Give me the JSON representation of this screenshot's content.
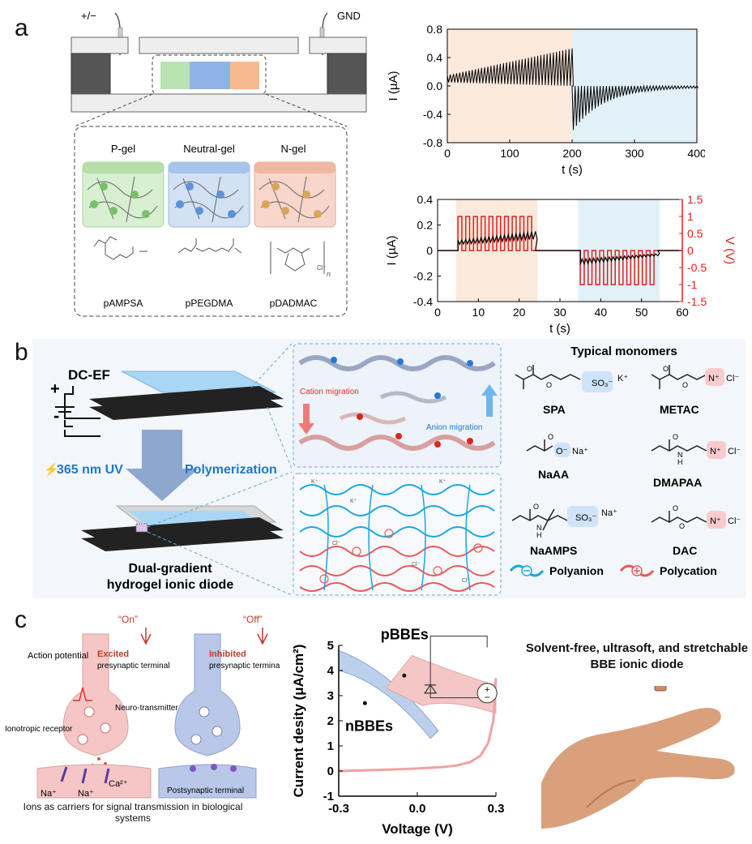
{
  "panel_labels": {
    "a": "a",
    "b": "b",
    "c": "c"
  },
  "panel_a": {
    "electrode_left": "+/−",
    "electrode_right": "GND",
    "gels": [
      {
        "name": "P-gel",
        "monomer": "pAMPSA",
        "color": "#7fc97f"
      },
      {
        "name": "Neutral-gel",
        "monomer": "pPEGDMA",
        "color": "#6fa3dc"
      },
      {
        "name": "N-gel",
        "monomer": "pDADMAC",
        "color": "#f2a07b"
      }
    ],
    "chem_labels": {
      "cl": "Cl⁻",
      "n_sub": "n"
    }
  },
  "chart_data": [
    {
      "type": "line",
      "xlabel": "t (s)",
      "ylabel": "I (µA)",
      "xlim": [
        0,
        400
      ],
      "ylim": [
        -0.8,
        0.8
      ],
      "xticks": [
        "0",
        "100",
        "200",
        "300",
        "400"
      ],
      "yticks": [
        "0.8",
        "0.4",
        "0.0",
        "-0.4",
        "-0.8"
      ],
      "regions": [
        {
          "from": 0,
          "to": 200,
          "color": "#fbe9dc"
        },
        {
          "from": 200,
          "to": 400,
          "color": "#e2f1f8"
        }
      ],
      "series": [
        {
          "color": "#000000",
          "segments": [
            {
              "t0": 0,
              "t1": 200,
              "upper_start": 0.15,
              "upper_end": 0.53,
              "lower_start": 0.05,
              "lower_end": 0.0
            },
            {
              "t0": 200,
              "t1": 400,
              "upper_start": 0.0,
              "upper_end": 0.0,
              "lower_start": -0.62,
              "lower_end": -0.03
            }
          ]
        }
      ]
    },
    {
      "type": "line",
      "xlabel": "t (s)",
      "ylabel": "I (µA)",
      "y2label": "V (V)",
      "xlim": [
        0,
        60
      ],
      "ylim": [
        -0.4,
        0.4
      ],
      "y2lim": [
        -1.5,
        1.5
      ],
      "xticks": [
        "0",
        "10",
        "20",
        "30",
        "40",
        "50",
        "60"
      ],
      "yticks": [
        "0.4",
        "0.2",
        "0",
        "-0.2",
        "-0.4"
      ],
      "y2ticks": [
        "1.5",
        "1",
        "0.5",
        "0",
        "-0.5",
        "-1",
        "-1.5"
      ],
      "regions": [
        {
          "from": 4.5,
          "to": 24.5,
          "color": "#fbe9dc"
        },
        {
          "from": 34.5,
          "to": 54.5,
          "color": "#e2f1f8"
        }
      ],
      "voltage_pulses": [
        {
          "from": 5,
          "to": 24,
          "amplitude": 1.0,
          "count": 10
        },
        {
          "from": 35,
          "to": 54,
          "amplitude": -1.0,
          "count": 10
        }
      ],
      "current": [
        {
          "from": 5,
          "to": 24,
          "start": 0.08,
          "end": 0.15
        },
        {
          "from": 35,
          "to": 54,
          "start": -0.11,
          "end": -0.04
        }
      ],
      "series": [
        {
          "name": "I",
          "color": "#000000"
        },
        {
          "name": "V",
          "color": "#e0201b"
        }
      ]
    },
    {
      "type": "line",
      "xlabel": "Voltage (V)",
      "ylabel": "Current desity (μA/cm²)",
      "xlim": [
        -0.3,
        0.3
      ],
      "ylim": [
        -1,
        5
      ],
      "xticks": [
        "-0.3",
        "0.0",
        "0.3"
      ],
      "yticks": [
        "5",
        "4",
        "3",
        "2",
        "1",
        "0",
        "-1"
      ],
      "series": [
        {
          "color": "#f2a1a1",
          "points": [
            [
              -0.3,
              0.0
            ],
            [
              -0.2,
              0.03
            ],
            [
              -0.1,
              0.06
            ],
            [
              0.0,
              0.1
            ],
            [
              0.1,
              0.16
            ],
            [
              0.15,
              0.22
            ],
            [
              0.2,
              0.35
            ],
            [
              0.24,
              0.6
            ],
            [
              0.27,
              1.1
            ],
            [
              0.29,
              2.0
            ],
            [
              0.3,
              3.7
            ]
          ]
        }
      ]
    }
  ],
  "panel_b": {
    "dc_ef": "DC-EF",
    "plus": "+",
    "minus": "-",
    "uv": "365 nm UV",
    "polymerization": "Polymerization",
    "title_line1": "Dual-gradient",
    "title_line2": "hydrogel ionic diode",
    "cation_migration": "Cation migration",
    "anion_migration": "Anion migration",
    "monomers_title": "Typical monomers",
    "monomers": [
      {
        "name": "SPA",
        "ion": "K⁺",
        "charge": "SO₃⁻"
      },
      {
        "name": "METAC",
        "ion": "Cl⁻",
        "charge": "N⁺"
      },
      {
        "name": "NaAA",
        "ion": "Na⁺",
        "charge": "O⁻"
      },
      {
        "name": "DMAPAA",
        "ion": "Cl⁻",
        "charge": "N⁺"
      },
      {
        "name": "NaAMPS",
        "ion": "Na⁺",
        "charge": "SO₃⁻"
      },
      {
        "name": "DAC",
        "ion": "Cl⁻",
        "charge": "N⁺"
      }
    ],
    "atoms": {
      "o": "O",
      "s": "S",
      "n": "N",
      "h": "H"
    },
    "network_ions": {
      "k": "K⁺",
      "cl": "Cl⁻"
    },
    "polyanion": "Polyanion",
    "polycation": "Polycation"
  },
  "panel_c": {
    "on": "“On”",
    "off": "“Off”",
    "excited": "Excited",
    "presynaptic_terminal": "presynaptic terminal",
    "inhibited": "Inhibited",
    "action_potential": "Action potential",
    "neurotransmitter": "Neuro-transmitter",
    "ionotropic_receptor": "Ionotropic receptor",
    "na1": "Na⁺",
    "na2": "Na⁺",
    "ca": "Ca²⁺",
    "postsynaptic": "Postsynaptic terminal",
    "caption": "Ions as carriers for signal transmission in biological systems",
    "pbbes": "pBBEs",
    "nbbes": "nBBEs",
    "diode_title": "Solvent-free, ultrasoft, and stretchable BBE ionic diode",
    "colors": {
      "excited": "#c0392b",
      "pink": "#f6c6c6",
      "blue": "#b9c8e8"
    }
  }
}
